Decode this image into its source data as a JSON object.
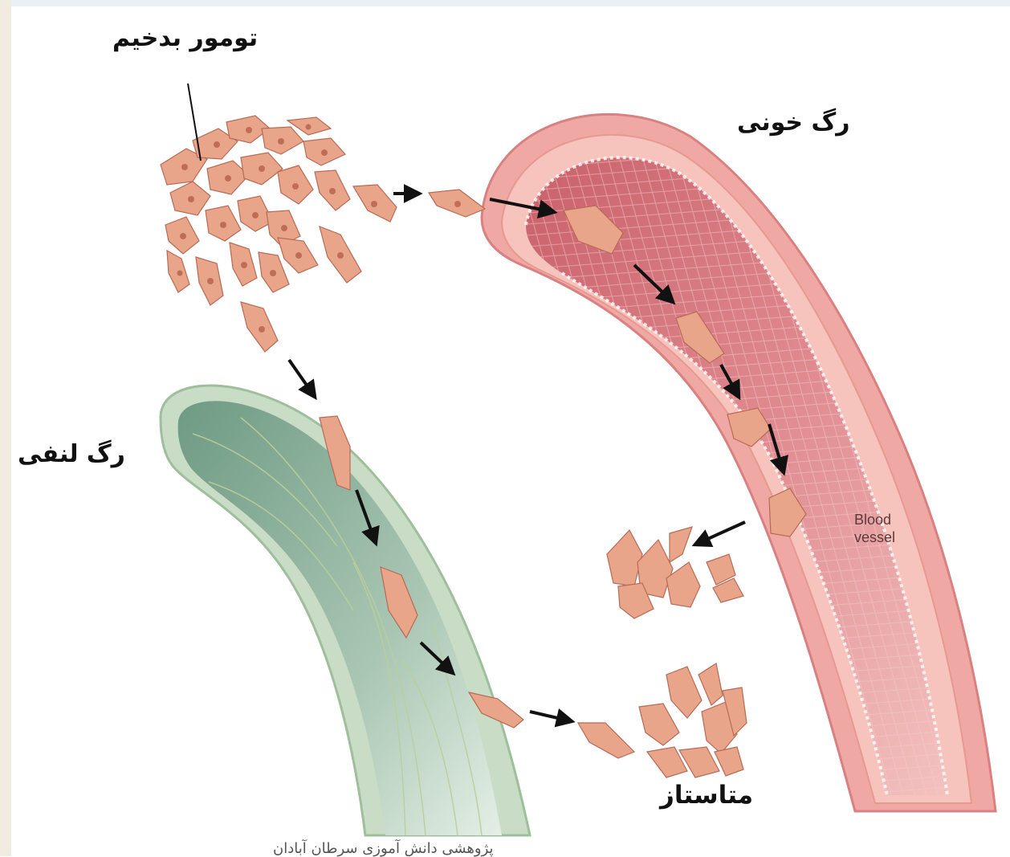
{
  "labels": {
    "tumor": "تومور بدخیم",
    "blood_vessel": "رگ خونی",
    "lymph_vessel": "رگ لنفی",
    "metastasis": "متاستاز",
    "blood_vessel_en": "Blood\nvessel",
    "footer": "پژوهشی دانش آموزی سرطان آبادان"
  },
  "colors": {
    "background": "#ffffff",
    "top_band": "#e9f1f6",
    "left_band": "#f1ecdf",
    "cell_fill": "#e8a58a",
    "cell_stroke": "#b86a55",
    "nucleus": "#b7654f",
    "blood_outer": "#f0a8a4",
    "blood_lumen": "#d9737b",
    "lymph_wall": "#c9dcc6",
    "lymph_lumen": "#7fa58f",
    "arrow": "#111111"
  }
}
